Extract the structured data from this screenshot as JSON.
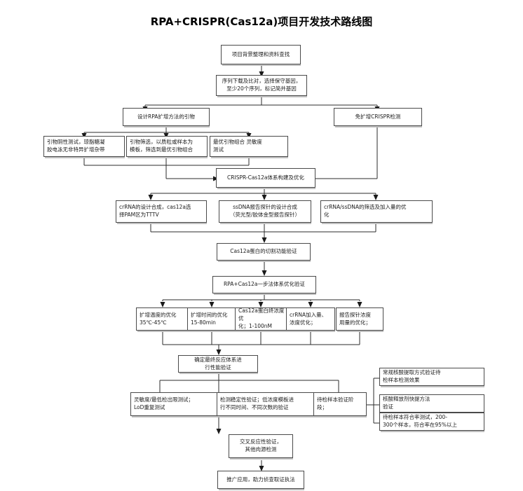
{
  "title": "RPA+CRISPR(Cas12a)项目开发技术路线图",
  "diagram": {
    "type": "flowchart",
    "nodes": [
      {
        "id": "n1",
        "label": "项目背景整理和资料查找"
      },
      {
        "id": "n2",
        "label": "序列下载及比对，选择保守基因，\n至少20个序列，标记简并基因"
      },
      {
        "id": "n3",
        "label": "设计RPA扩增方法的引物"
      },
      {
        "id": "n4",
        "label": "免扩增CRISPR检测"
      },
      {
        "id": "n5",
        "label": "引物阴性测试，琼脂糖凝\n胶电泳无非特异扩增杂带"
      },
      {
        "id": "n6",
        "label": "引物筛选，以质粒或样本为\n模板，筛选到最优引物组合"
      },
      {
        "id": "n7",
        "label": "最优引物组合 灵敏度\n测试"
      },
      {
        "id": "n8",
        "label": "CRISPR-Cas12a体系构建及优化"
      },
      {
        "id": "n9",
        "label": "crRNA的设计合成，cas12a选\n择PAM区为TTTV"
      },
      {
        "id": "n10",
        "label": "ssDNA报告探针的设计合成\n（荧光型/胶体金型报告探针）"
      },
      {
        "id": "n11",
        "label": "crRNA/ssDNA的筛选及加入量的优\n化"
      },
      {
        "id": "n12",
        "label": "Cas12a蛋白的切割功能验证"
      },
      {
        "id": "n13",
        "label": "RPA+Cas12a一步法体系优化验证"
      },
      {
        "id": "n14",
        "label": "扩增温度的优化\n35℃-45℃"
      },
      {
        "id": "n15",
        "label": "扩增时间的优化\n15-80min"
      },
      {
        "id": "n16",
        "label": "Cas12a蛋白终浓度优\n化；1-100nM"
      },
      {
        "id": "n17",
        "label": "crRNA加入量、\n浓度优化；"
      },
      {
        "id": "n18",
        "label": "报告探针浓度\n用量的优化；"
      },
      {
        "id": "n19",
        "label": "确定最终反应体系进\n行性能验证"
      },
      {
        "id": "n20",
        "label": "灵敏度/最低检出限测试；\nLoD重复测试"
      },
      {
        "id": "n21",
        "label": "检测稳定性验证；低浓度模板进\n行不同时间、不同次数的验证"
      },
      {
        "id": "n22",
        "label": "待检样本验证阶\n段；"
      },
      {
        "id": "n23",
        "label": "常规核酸提取方式验证待\n检样本检测效果"
      },
      {
        "id": "n24",
        "label": "核酸释放剂快提方法\n验证"
      },
      {
        "id": "n25",
        "label": "待检样本符合率测试，200-\n300个样本，符合率在95%以上"
      },
      {
        "id": "n26",
        "label": "交叉反应性验证，\n其他肉源检测"
      },
      {
        "id": "n27",
        "label": "推广应用，助力侦查取证执法"
      }
    ]
  },
  "colors": {
    "box_border": "#4a4a4a",
    "line": "#2b2b2b",
    "shadow": "#bfbfbf",
    "text": "#1a1a1a",
    "background": "#ffffff"
  }
}
